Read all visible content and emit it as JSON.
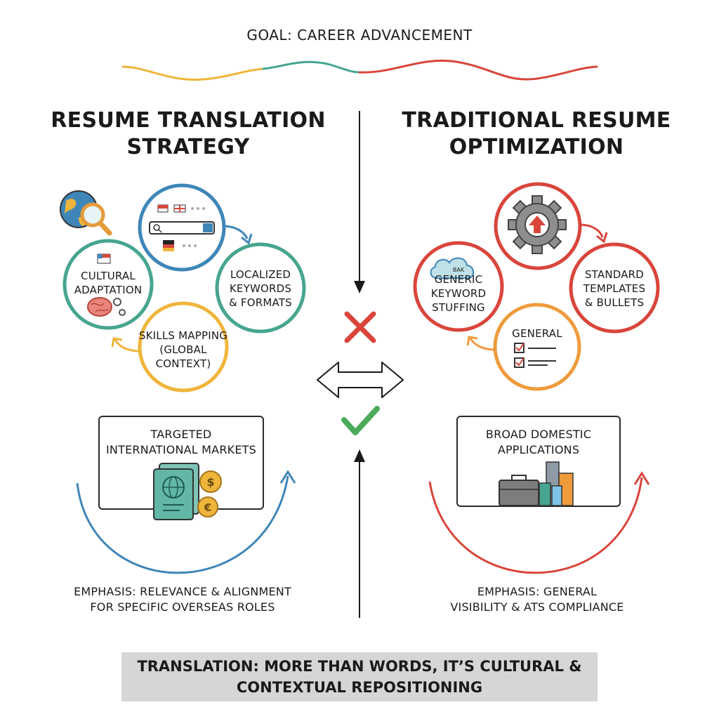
{
  "goal": "GOAL: CAREER ADVANCEMENT",
  "left": {
    "title_line1": "RESUME TRANSLATION",
    "title_line2": "STRATEGY",
    "circles": {
      "cultural": [
        "CULTURAL",
        "ADAPTATION"
      ],
      "localized": [
        "LOCALIZED",
        "KEYWORDS",
        "& FORMATS"
      ],
      "skills": [
        "SKILLS MAPPING",
        "(GLOBAL",
        "CONTEXT)"
      ]
    },
    "box": [
      "TARGETED",
      "INTERNATIONAL MARKETS"
    ],
    "emphasis": [
      "EMPHASIS: RELEVANCE & ALIGNMENT",
      "FOR SPECIFIC OVERSEAS ROLES"
    ]
  },
  "right": {
    "title_line1": "TRADITIONAL RESUME",
    "title_line2": "OPTIMIZATION",
    "circles": {
      "generic_tag": "BAK",
      "generic": [
        "GENERIC",
        "KEYWORD",
        "STUFFING"
      ],
      "standard": [
        "STANDARD",
        "TEMPLATES",
        "& BULLETS"
      ],
      "general": [
        "GENERAL"
      ]
    },
    "box": [
      "BROAD DOMESTIC",
      "APPLICATIONS"
    ],
    "emphasis": [
      "EMPHASIS: GENERAL",
      "VISIBILITY & ATS COMPLIANCE"
    ]
  },
  "footer": [
    "TRANSLATION: MORE THAN WORDS, IT’S CULTURAL &",
    "CONTEXTUAL REPOSITIONING"
  ],
  "icons": {
    "globe": "globe-search-icon",
    "search_window": "search-bar-icon",
    "brain": "brain-gear-icon",
    "passport": "passport-coins-icon",
    "gear": "gear-arrow-up-icon",
    "cloud": "cloud-icon",
    "checklist": "checklist-icon",
    "briefcase": "briefcase-buildings-icon",
    "cross": "red-cross-icon",
    "check": "green-check-icon",
    "double_arrow": "double-arrow-icon"
  },
  "colors": {
    "blue": "#3f86b8",
    "teal": "#46a58f",
    "amber": "#efb53b",
    "red": "#d9453b",
    "orange": "#ef9b3c",
    "green": "#4cab5a"
  }
}
